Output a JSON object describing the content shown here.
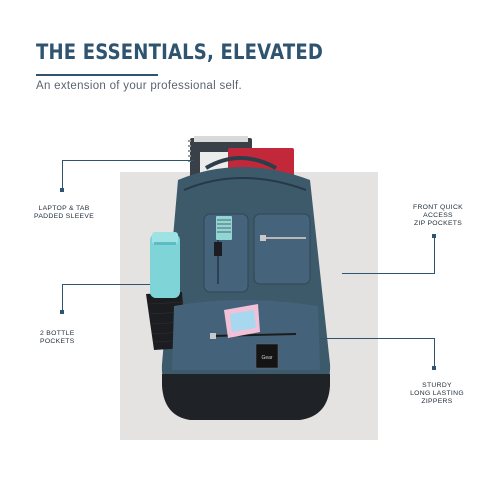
{
  "header": {
    "title": "THE ESSENTIALS, ELEVATED",
    "subtitle": "An extension of your professional self."
  },
  "callouts": {
    "laptop": [
      "LAPTOP & TAB",
      "PADDED SLEEVE"
    ],
    "bottle": [
      "2 BOTTLE",
      "POCKETS"
    ],
    "front": [
      "FRONT QUICK",
      "ACCESS",
      "ZIP POCKETS"
    ],
    "zippers": [
      "STURDY",
      "LONG LASTING",
      "ZIPPERS"
    ]
  },
  "product_label": "Gear",
  "colors": {
    "brand": "#2f5470",
    "bag_body": "#3d5a6b",
    "bag_bottom": "#1f2226",
    "bottle": "#7fd4d8",
    "notebook_red": "#c2283a"
  }
}
